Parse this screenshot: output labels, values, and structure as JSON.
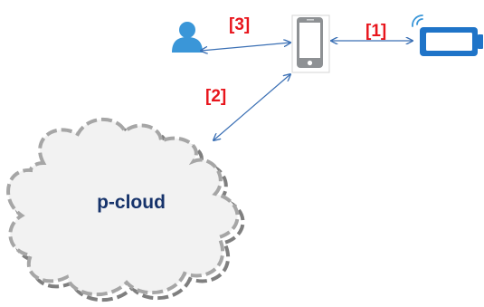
{
  "labels": {
    "link_user_phone": "[3]",
    "link_phone_device": "[1]",
    "link_phone_cloud": "[2]",
    "cloud": "p-cloud"
  },
  "colors": {
    "label_red": "#e8151c",
    "arrow_blue": "#3a6fb4",
    "cloud_text": "#16336b",
    "user_blue": "#3a96d8",
    "battery_blue": "#1f74c8",
    "phone_grey": "#8e9194",
    "cloud_fill": "#f2f2f2",
    "cloud_dash": "#a6a6a6",
    "cloud_shadow": "#7f7f7f"
  },
  "icons": {
    "user": "user-icon",
    "phone": "smartphone-icon",
    "device": "battery-icon",
    "signal": "wireless-signal-icon",
    "cloud": "cloud-icon"
  }
}
